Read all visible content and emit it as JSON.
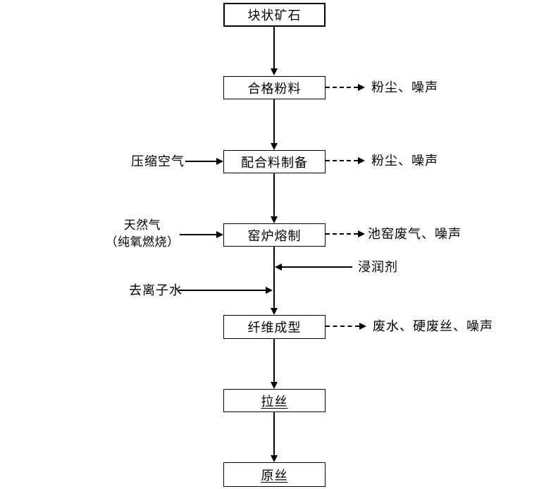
{
  "page": {
    "background_color": "#ffffff",
    "line_color": "#000000",
    "diagram_type": "flowchart"
  },
  "flowchart": {
    "boxes": [
      {
        "label": "块状矿石"
      },
      {
        "label": "合格粉料"
      },
      {
        "label": "配合料制备"
      },
      {
        "label": "窑炉熔制"
      },
      {
        "label": "纤维成型"
      },
      {
        "label": "拉丝"
      },
      {
        "label": "原丝"
      }
    ],
    "side_inputs": [
      {
        "label": "压缩空气"
      },
      {
        "label_line1": "天然气",
        "label_line2": "（纯氧燃烧）"
      },
      {
        "label": "浸润剂"
      },
      {
        "label": "去离子水"
      }
    ],
    "emissions": [
      {
        "label": "粉尘、噪声"
      },
      {
        "label": "粉尘、噪声"
      },
      {
        "label": "池窑废气、噪声"
      },
      {
        "label": "废水、硬废丝、噪声"
      }
    ]
  }
}
